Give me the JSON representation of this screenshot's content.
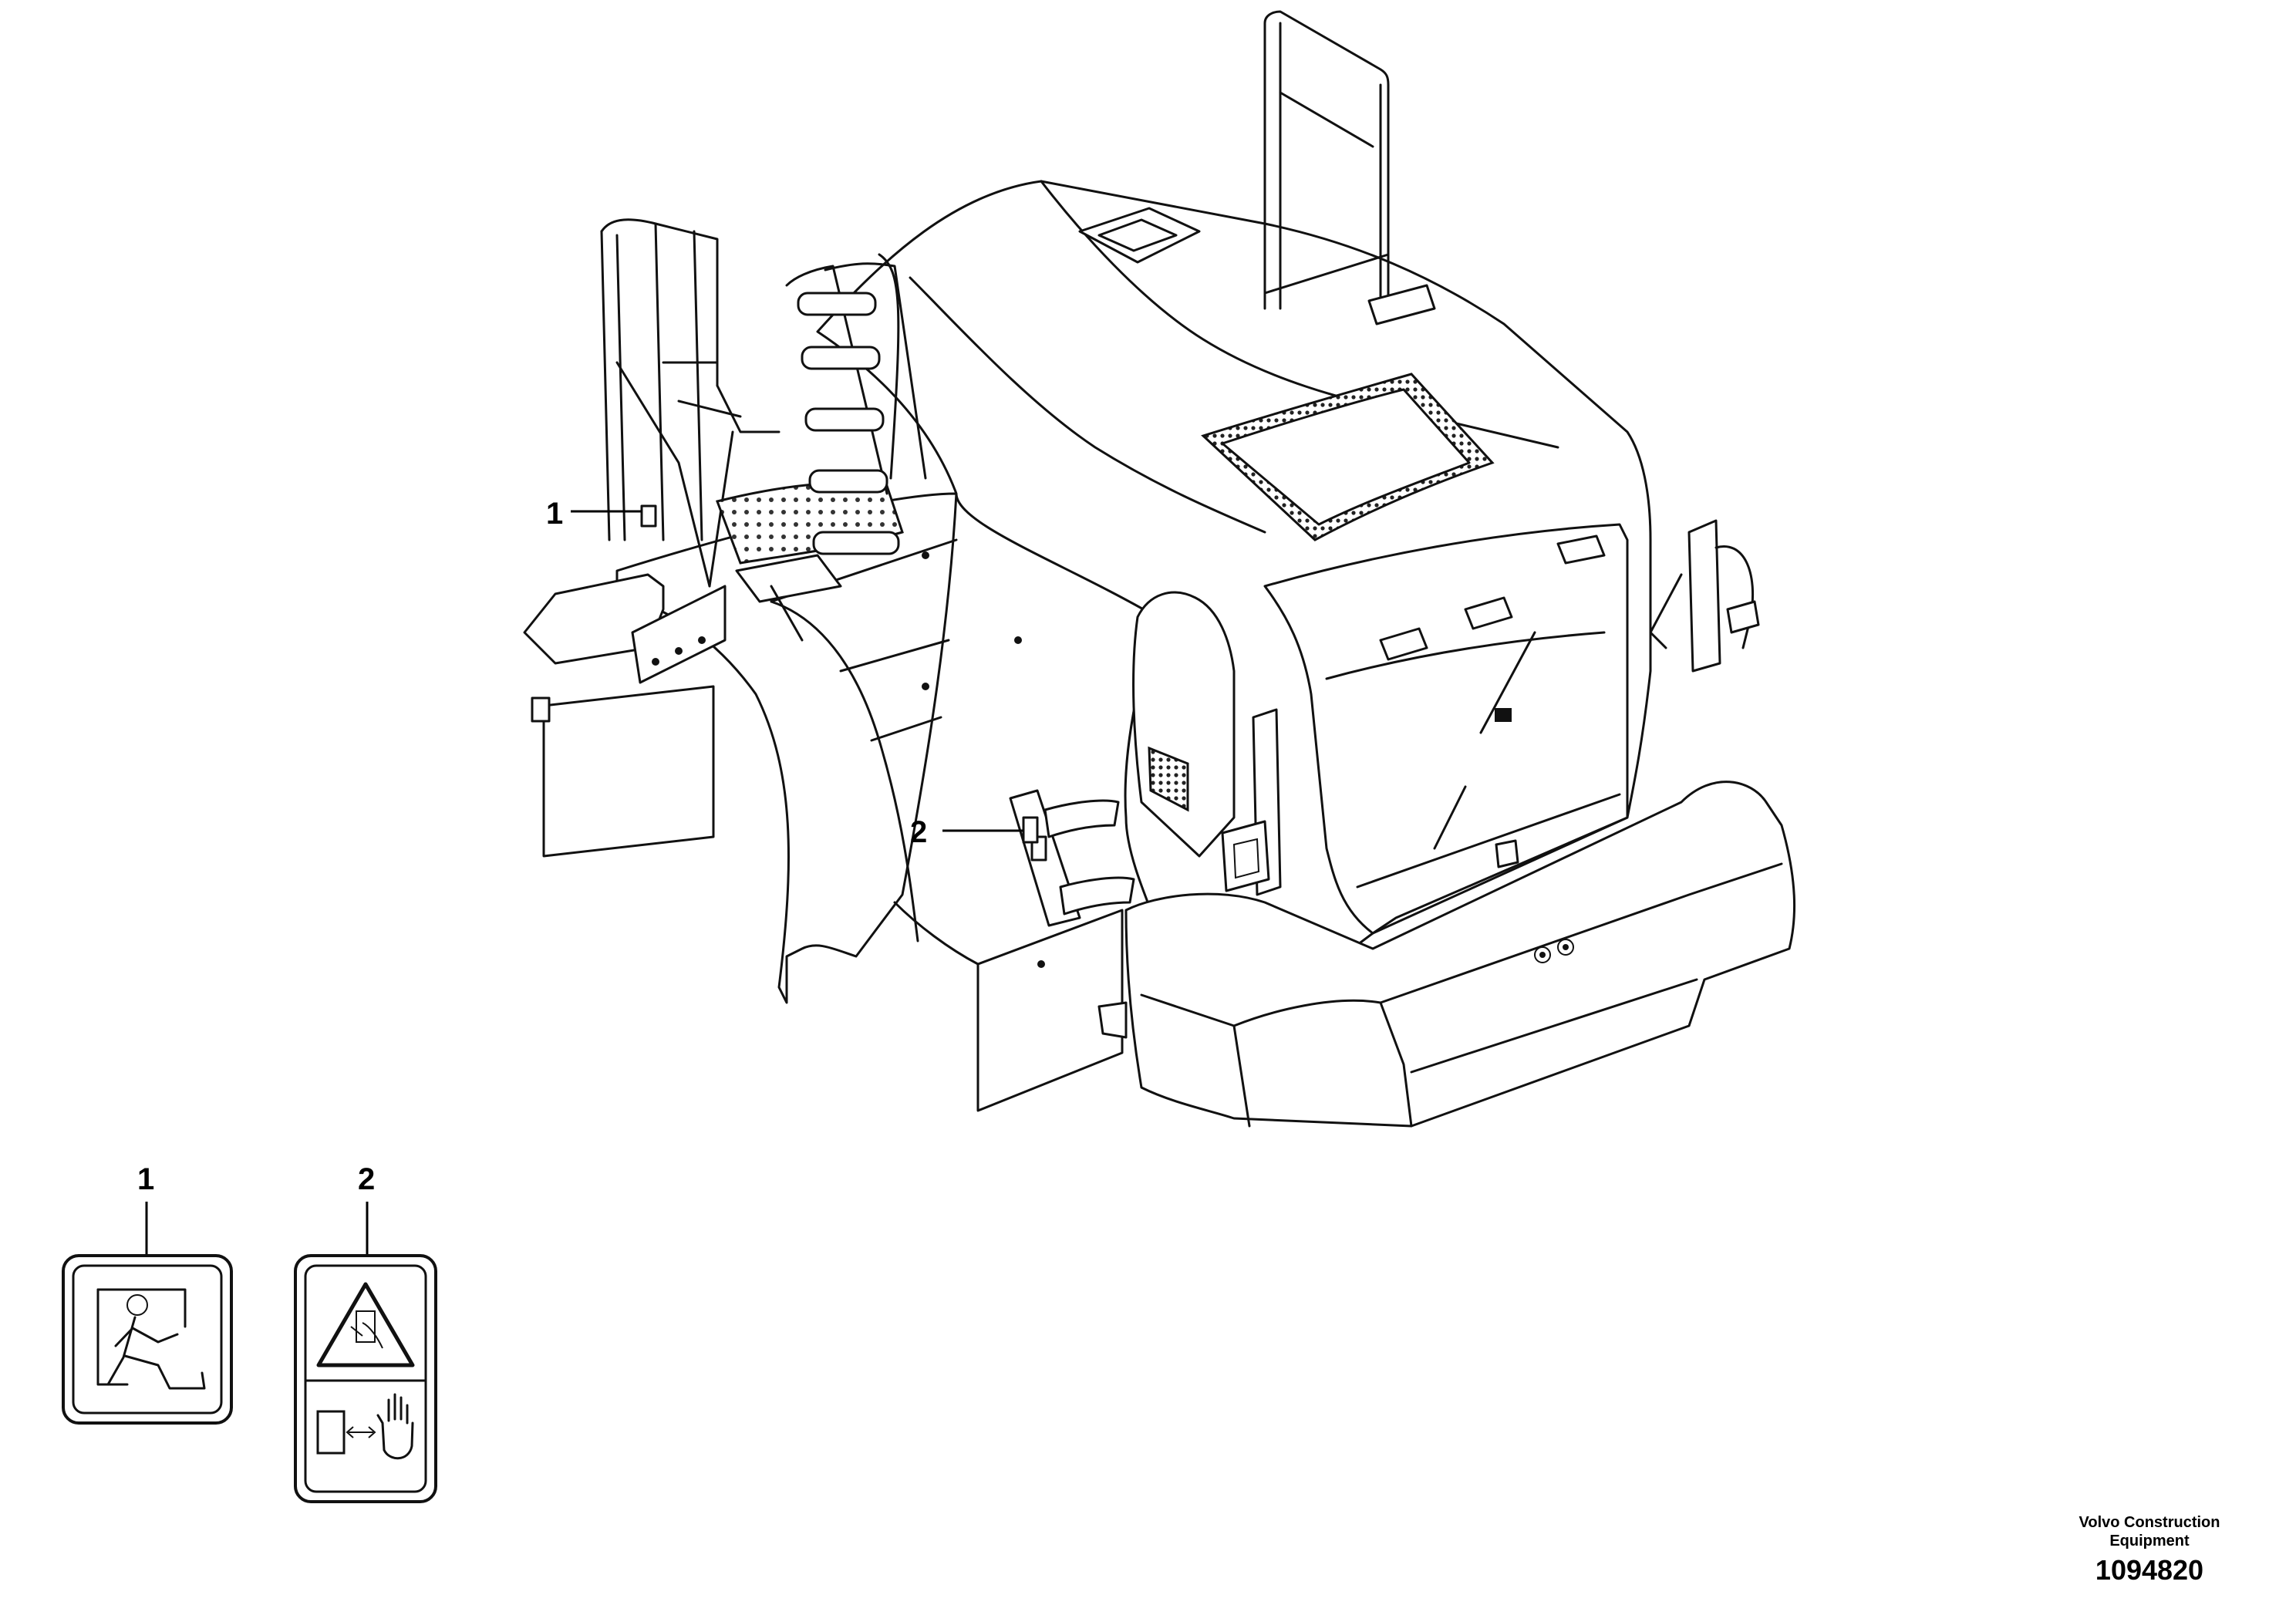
{
  "callouts": [
    {
      "id": "1",
      "label": "1"
    },
    {
      "id": "2",
      "label": "2"
    }
  ],
  "decal_labels": [
    "1",
    "2"
  ],
  "icons": {
    "decal_1": "emergency-exit-running-person-icon",
    "decal_2": "hand-crush-warning-icon"
  },
  "footer": {
    "company_line1": "Volvo Construction",
    "company_line2": "Equipment",
    "drawing_number": "1094820"
  },
  "colors": {
    "ink": "#111111",
    "background": "#ffffff"
  }
}
